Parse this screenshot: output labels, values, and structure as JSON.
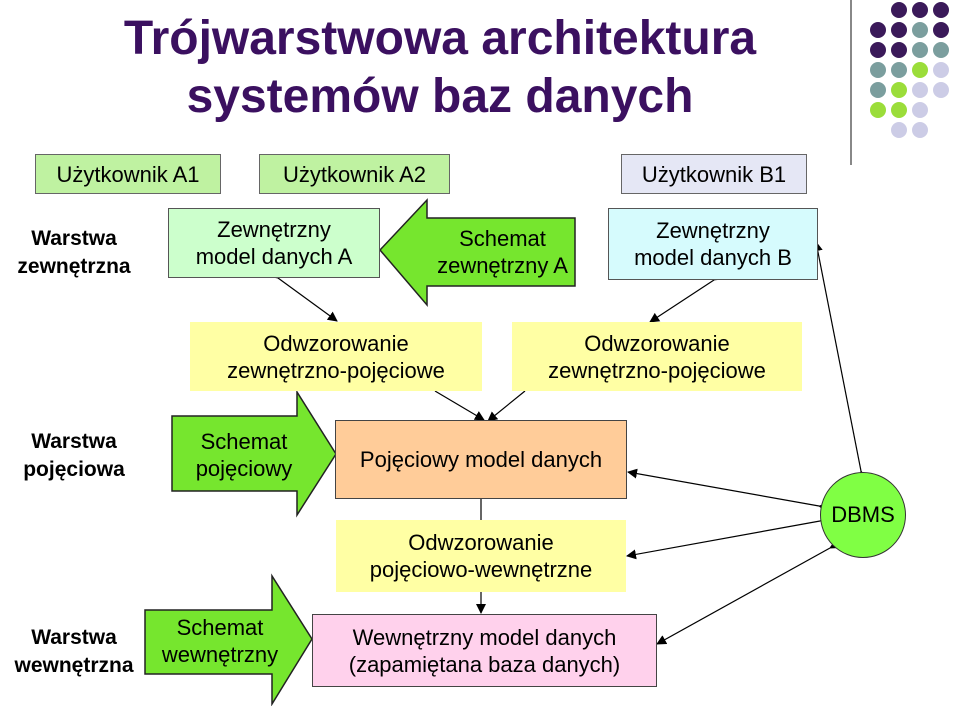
{
  "title": "Trójwarstwowa architektura\nsystemów baz danych",
  "users": {
    "a1": "Użytkownik A1",
    "a2": "Użytkownik A2",
    "b1": "Użytkownik B1"
  },
  "layers": {
    "external": "Warstwa\nzewnętrzna",
    "conceptual": "Warstwa\npojęciowa",
    "internal": "Warstwa\nwewnętrzna"
  },
  "external_models": {
    "a": "Zewnętrzny\nmodel danych A",
    "b": "Zewnętrzny\nmodel danych B"
  },
  "schemas": {
    "external_a": "Schemat\nzewnętrzny A",
    "conceptual": "Schemat\npojęciowy",
    "internal": "Schemat\nwewnętrzny"
  },
  "mappings": {
    "ext_conc_a": "Odwzorowanie\nzewnętrzno-pojęciowe",
    "ext_conc_b": "Odwzorowanie\nzewnętrzno-pojęciowe",
    "conc_int": "Odwzorowanie\npojęciowo-wewnętrzne"
  },
  "conceptual_model": "Pojęciowy model danych",
  "internal_model": "Wewnętrzny model danych\n(zapamiętana baza danych)",
  "dbms": "DBMS",
  "colors": {
    "title": "#3b1060",
    "user_green": "#bff2a1",
    "user_lavender": "#e5e7f5",
    "schema_arrow": "#76e62e",
    "mapping": "#ffffa4",
    "conceptual_model": "#ffcc99",
    "internal_model": "#ffd1ec",
    "dbms": "#80ff44",
    "dot_purple": "#3b1a5a",
    "dot_teal": "#7b9e9e",
    "dot_green": "#9bdd3a",
    "dot_lavender": "#cccce6"
  }
}
